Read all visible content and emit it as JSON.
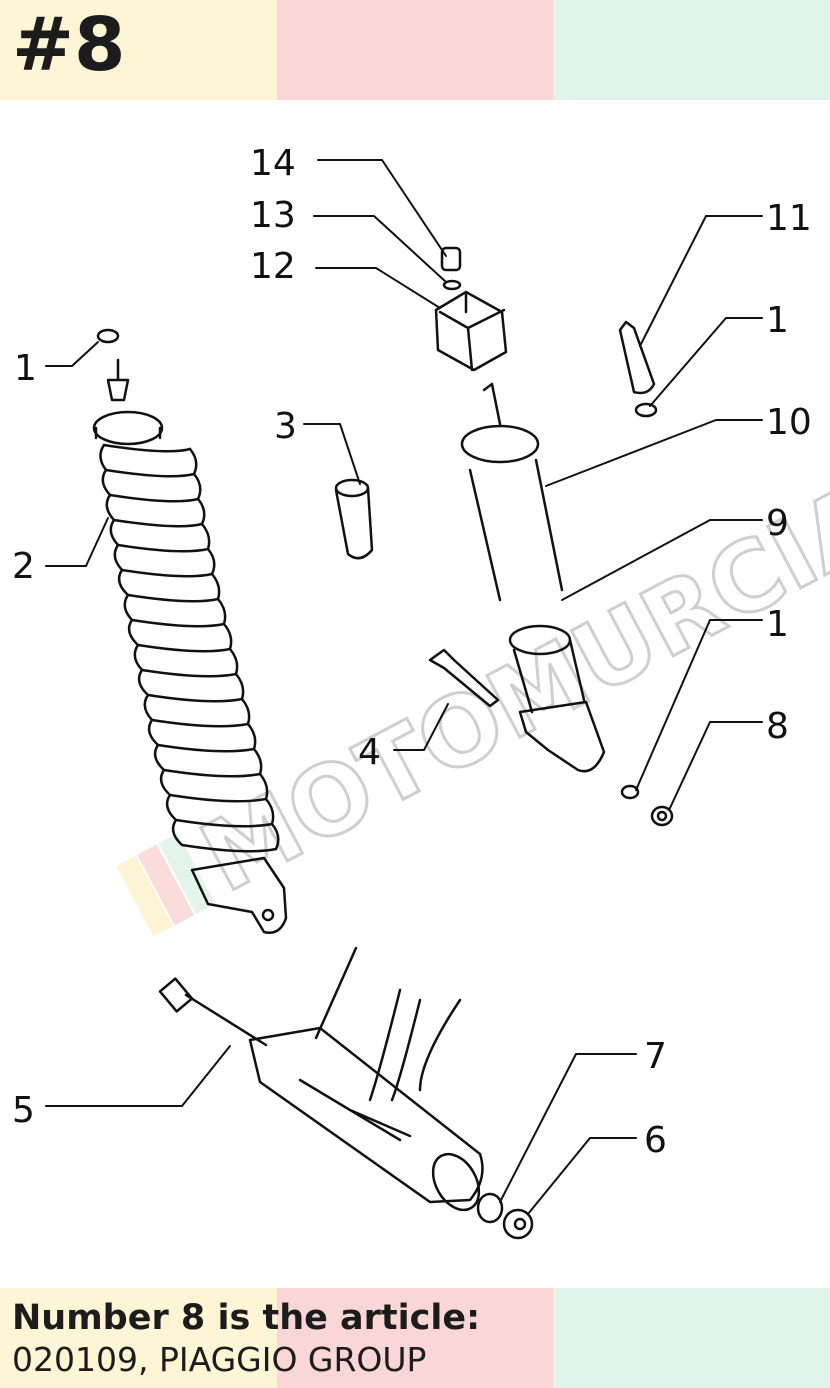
{
  "colors": {
    "band_yellow": "#fdf5d4",
    "band_pink": "#fad7d6",
    "band_mint": "#e1f3ea",
    "ink": "#1c1c1c",
    "watermark": "#d8d8d8"
  },
  "header": {
    "number": "#8"
  },
  "diagram": {
    "callouts": [
      "14",
      "13",
      "12",
      "11",
      "1",
      "1",
      "10",
      "3",
      "2",
      "9",
      "1",
      "8",
      "4",
      "5",
      "7",
      "6"
    ],
    "watermark": "MOTOMURCIA"
  },
  "footer": {
    "title": "Number 8 is the article:",
    "article": "020109, PIAGGIO GROUP"
  }
}
